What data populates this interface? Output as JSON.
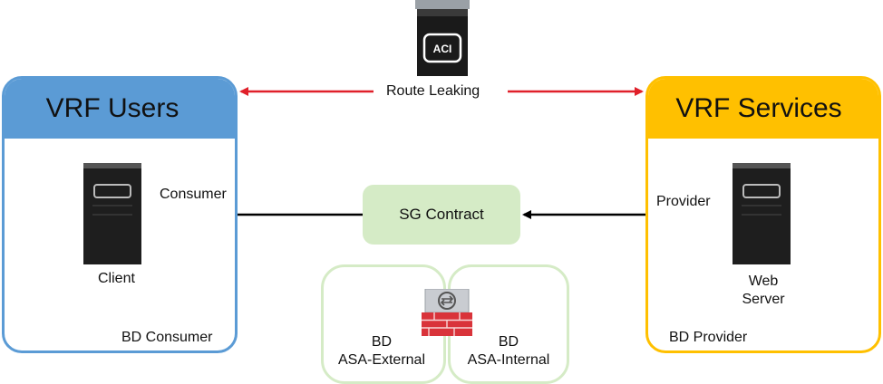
{
  "vrf_users": {
    "title": "VRF Users",
    "bd_label": "BD Consumer",
    "role_label": "Consumer",
    "server_label": "Client"
  },
  "vrf_services": {
    "title": "VRF Services",
    "bd_label": "BD Provider",
    "role_label": "Provider",
    "server_label_line1": "Web",
    "server_label_line2": "Server"
  },
  "route_leaking": "Route Leaking",
  "contract": "SG Contract",
  "aci_icon_label": "ACI",
  "bd_external": {
    "line1": "BD",
    "line2": "ASA-External"
  },
  "bd_internal": {
    "line1": "BD",
    "line2": "ASA-Internal"
  },
  "colors": {
    "users_blue": "#5b9bd5",
    "services_yellow": "#ffc000",
    "contract_green": "#d5ebc6",
    "leak_arrow_red": "#e0202a",
    "flow_arrow_black": "#000000"
  },
  "icons": [
    "aci-switch-icon",
    "server-icon",
    "firewall-icon"
  ]
}
